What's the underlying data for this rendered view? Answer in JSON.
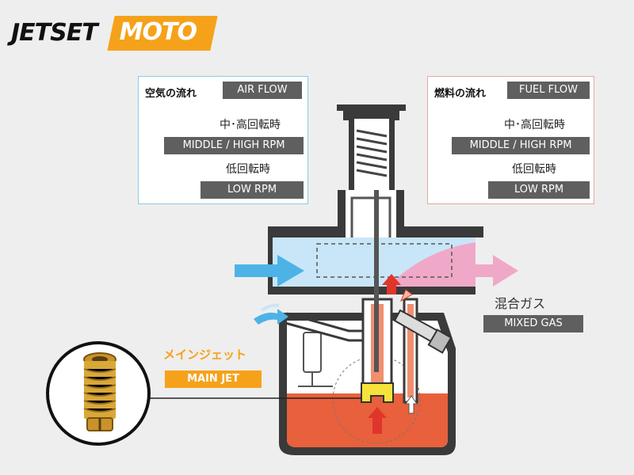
{
  "logo": {
    "part1": "JETSET",
    "part2": "MOTO"
  },
  "air_legend": {
    "title": "空気の流れ",
    "title_en": "AIR FLOW",
    "high_jp": "中･高回転時",
    "high_en": "MIDDLE / HIGH RPM",
    "low_jp": "低回転時",
    "low_en": "LOW RPM"
  },
  "fuel_legend": {
    "title": "燃料の流れ",
    "title_en": "FUEL FLOW",
    "high_jp": "中･高回転時",
    "high_en": "MIDDLE / HIGH RPM",
    "low_jp": "低回転時",
    "low_en": "LOW RPM"
  },
  "labels": {
    "mixed_gas_jp": "混合ガス",
    "mixed_gas_en": "MIXED GAS",
    "main_jet_jp": "メインジェット",
    "main_jet_en": "MAIN JET"
  },
  "colors": {
    "air_dark": "#4db3e6",
    "air_light": "#c8e6f7",
    "fuel_dark": "#e0352b",
    "fuel_light": "#f5b8a0",
    "fuel_level": "#e8603c",
    "mixed": "#f0a8c8",
    "brand": "#f5a21a"
  }
}
